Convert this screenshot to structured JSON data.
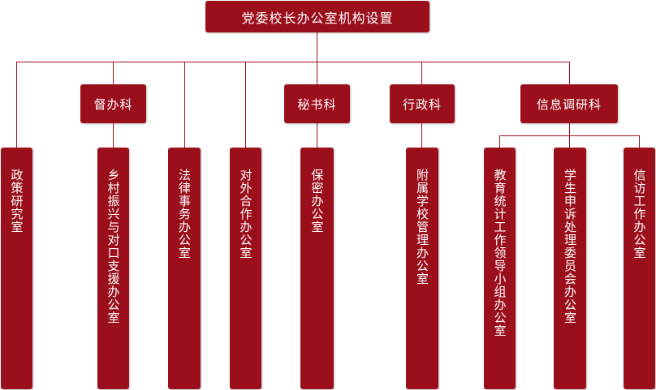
{
  "colors": {
    "accent": "#9b0f1c",
    "text": "#ffffff",
    "background": "#ffffff"
  },
  "root": {
    "label": "党委校长办公室机构设置"
  },
  "sections": [
    {
      "label": "督办科"
    },
    {
      "label": "秘书科"
    },
    {
      "label": "行政科"
    },
    {
      "label": "信息调研科"
    }
  ],
  "units": [
    {
      "label": "政策研究室"
    },
    {
      "label": "乡村振兴与对口支援办公室"
    },
    {
      "label": "法律事务办公室"
    },
    {
      "label": "对外合作办公室"
    },
    {
      "label": "保密办公室"
    },
    {
      "label": "附属学校管理办公室"
    },
    {
      "label": "教育统计工作领导小组办公室"
    },
    {
      "label": "学生申诉处理委员会办公室"
    },
    {
      "label": "信访工作办公室"
    }
  ]
}
